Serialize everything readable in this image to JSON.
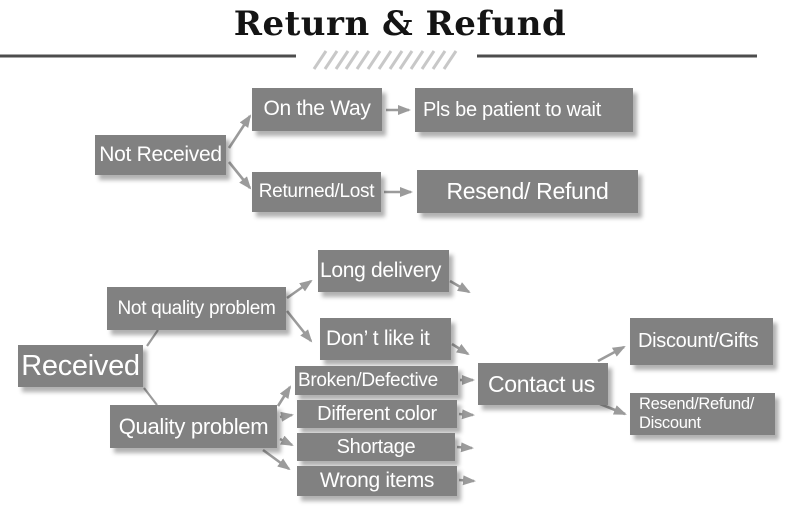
{
  "header": {
    "title": "Return & Refund"
  },
  "colors": {
    "box_fill": "#818181",
    "box_text": "#ffffff",
    "arrow": "#9b9b9b",
    "divider": "#4d4d4d",
    "hatch": "#c8c8c8",
    "title_text": "#141414",
    "background": "#ffffff"
  },
  "nodes": {
    "not_received": {
      "label": "Not Received"
    },
    "on_the_way": {
      "label": "On the Way"
    },
    "pls_be_patient": {
      "label": "Pls be patient to wait"
    },
    "returned_lost": {
      "label": "Returned/Lost"
    },
    "resend_refund": {
      "label": "Resend/ Refund"
    },
    "received": {
      "label": "Received"
    },
    "not_quality_problem": {
      "label": "Not quality problem"
    },
    "quality_problem": {
      "label": "Quality problem"
    },
    "long_delivery": {
      "label": "Long delivery"
    },
    "dont_like_it": {
      "label": "Don’ t like it"
    },
    "broken_defective": {
      "label": "Broken/Defective"
    },
    "different_color": {
      "label": "Different color"
    },
    "shortage": {
      "label": "Shortage"
    },
    "wrong_items": {
      "label": "Wrong items"
    },
    "contact_us": {
      "label": "Contact us"
    },
    "discount_gifts": {
      "label": "Discount/Gifts"
    },
    "resend_refund_discount": {
      "label": "Resend/Refund/\nDiscount"
    }
  },
  "edges": [
    {
      "from": "not_received",
      "to": "on_the_way"
    },
    {
      "from": "not_received",
      "to": "returned_lost"
    },
    {
      "from": "on_the_way",
      "to": "pls_be_patient"
    },
    {
      "from": "returned_lost",
      "to": "resend_refund"
    },
    {
      "from": "received",
      "to": "not_quality_problem"
    },
    {
      "from": "received",
      "to": "quality_problem"
    },
    {
      "from": "not_quality_problem",
      "to": "long_delivery"
    },
    {
      "from": "not_quality_problem",
      "to": "dont_like_it"
    },
    {
      "from": "long_delivery",
      "to": "contact_us"
    },
    {
      "from": "dont_like_it",
      "to": "contact_us"
    },
    {
      "from": "quality_problem",
      "to": "broken_defective"
    },
    {
      "from": "quality_problem",
      "to": "different_color"
    },
    {
      "from": "quality_problem",
      "to": "shortage"
    },
    {
      "from": "quality_problem",
      "to": "wrong_items"
    },
    {
      "from": "broken_defective",
      "to": "contact_us"
    },
    {
      "from": "different_color",
      "to": "contact_us"
    },
    {
      "from": "shortage",
      "to": "contact_us"
    },
    {
      "from": "wrong_items",
      "to": "contact_us"
    },
    {
      "from": "contact_us",
      "to": "discount_gifts"
    },
    {
      "from": "contact_us",
      "to": "resend_refund_discount"
    }
  ]
}
